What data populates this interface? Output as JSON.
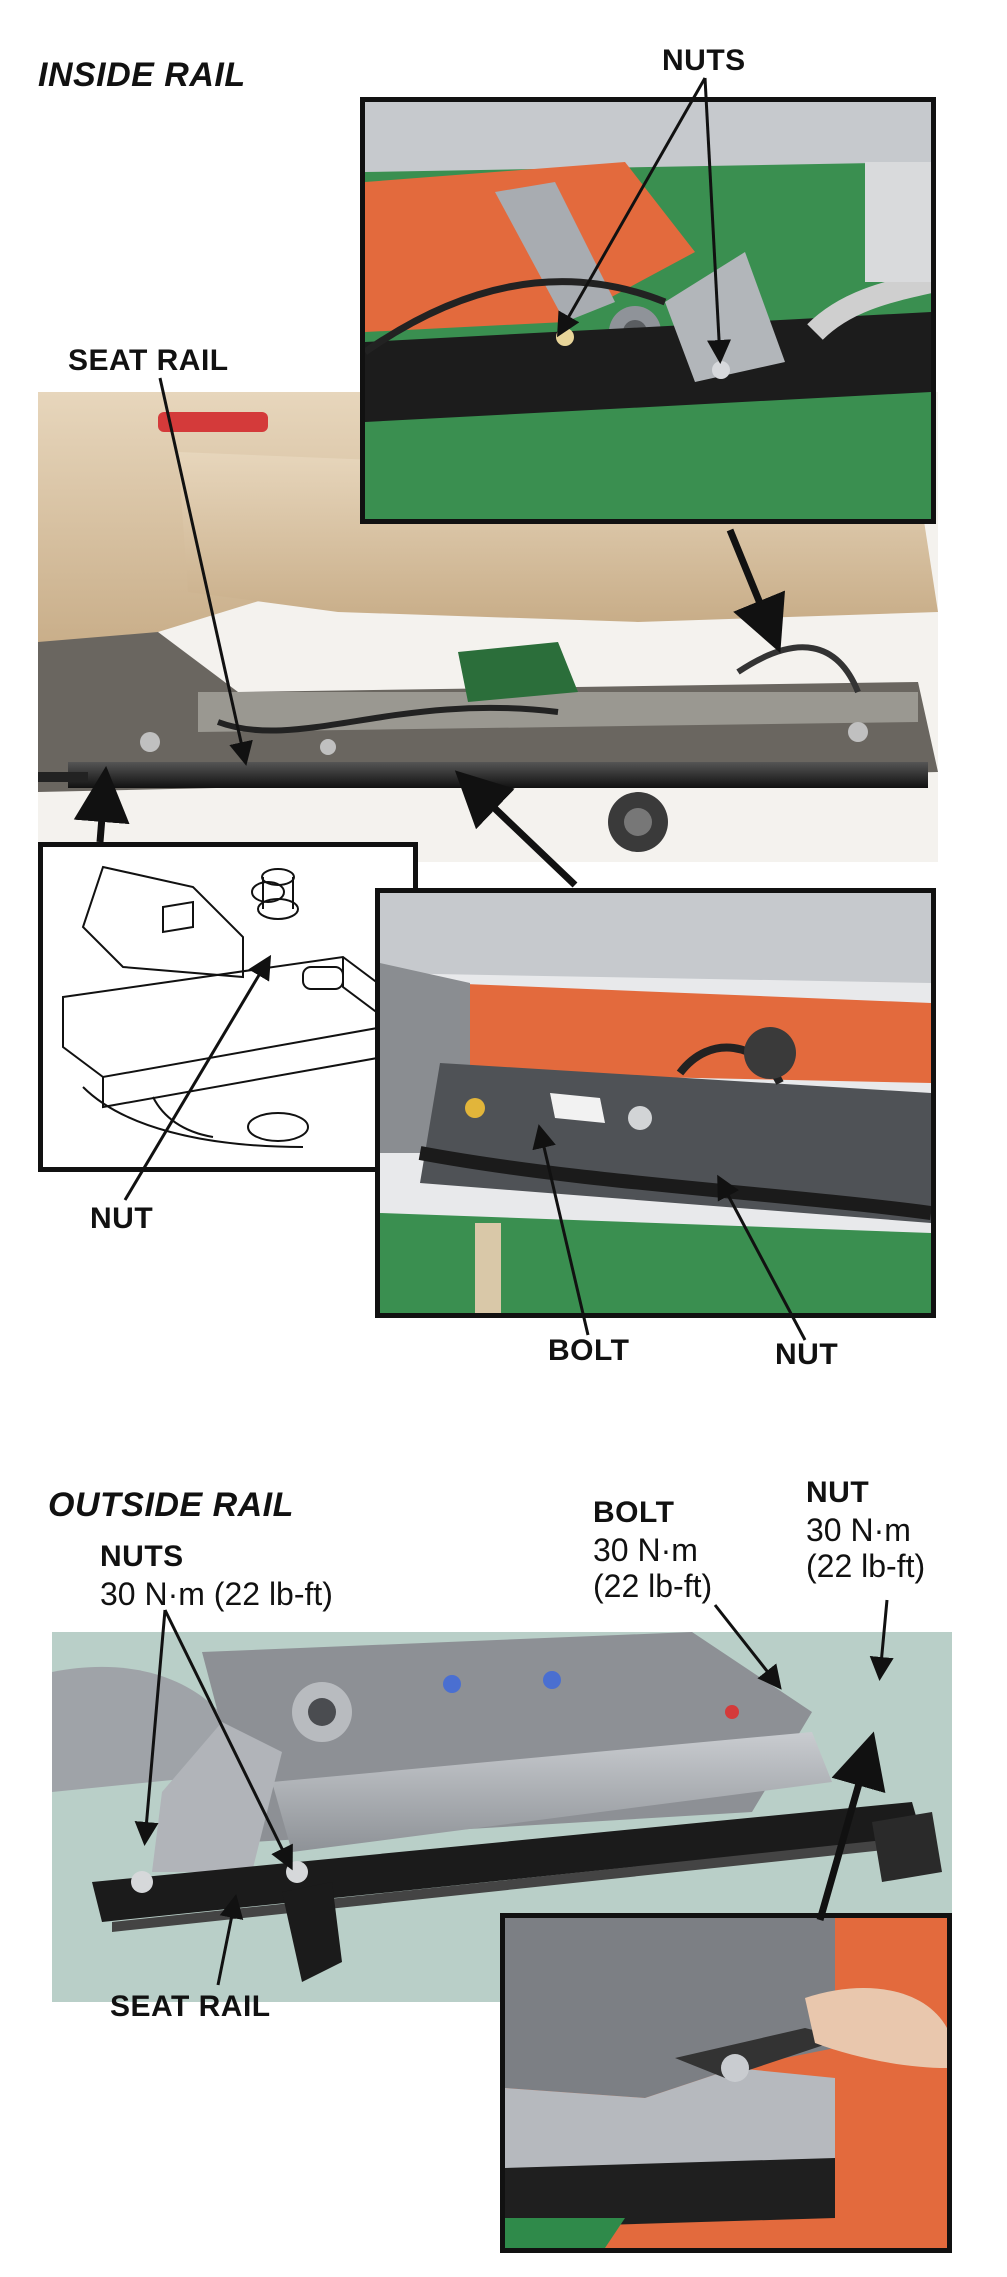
{
  "inside_rail": {
    "heading": "INSIDE RAIL",
    "labels": {
      "nuts": "NUTS",
      "seat_rail": "SEAT RAIL",
      "nut_left": "NUT",
      "bolt": "BOLT",
      "nut_right": "NUT"
    }
  },
  "outside_rail": {
    "heading": "OUTSIDE RAIL",
    "nuts": {
      "label": "NUTS",
      "torque": "30 N·m (22 lb-ft)"
    },
    "bolt": {
      "label": "BOLT",
      "torque_line1": "30 N·m",
      "torque_line2": "(22 lb-ft)"
    },
    "nut": {
      "label": "NUT",
      "torque_line1": "30 N·m",
      "torque_line2": "(22 lb-ft)"
    },
    "seat_rail": "SEAT RAIL"
  },
  "colors": {
    "frame": "#111111",
    "seat_beige": "#d9c3a3",
    "grey_cover": "#c9ccd0",
    "orange_cloth": "#e0693e",
    "green_floor": "#2f8a4a",
    "metal": "#a9adb3",
    "rail_black": "#1b1b1b"
  }
}
